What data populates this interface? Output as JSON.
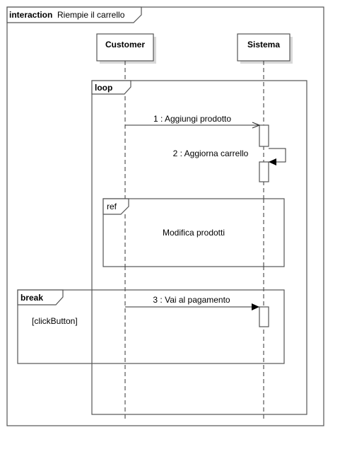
{
  "interaction": {
    "keyword": "interaction",
    "name": "Riempie il carrello"
  },
  "lifelines": {
    "customer": "Customer",
    "system": "Sistema"
  },
  "fragments": {
    "loop": {
      "keyword": "loop"
    },
    "ref": {
      "keyword": "ref",
      "text": "Modifica prodotti"
    },
    "break": {
      "keyword": "break",
      "guard": "[clickButton]"
    }
  },
  "messages": {
    "m1": "1 : Aggiungi prodotto",
    "m2": "2 : Aggiorna carrello",
    "m3": "3 : Vai al pagamento"
  },
  "colors": {
    "line": "#555555",
    "participant_fill": "#ffffff",
    "participant_shadow": "#d9d9d9"
  }
}
